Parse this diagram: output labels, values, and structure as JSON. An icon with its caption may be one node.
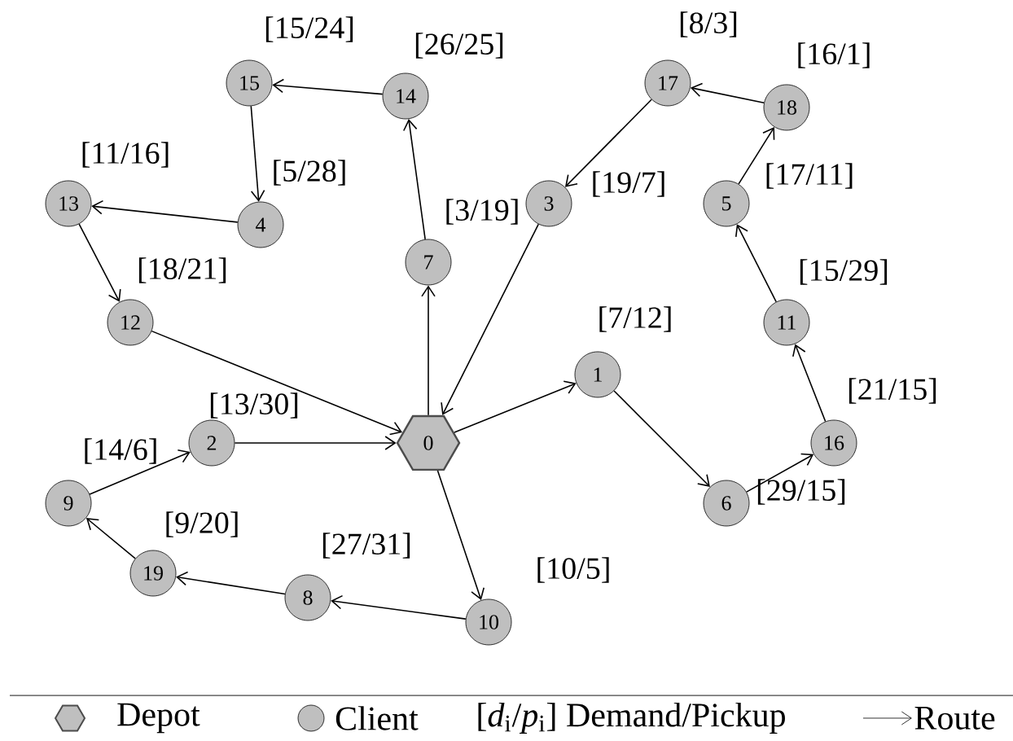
{
  "diagram": {
    "nodes": [
      {
        "text": [
          "0"
        ]
      },
      {
        "text": [
          "1"
        ],
        "beside": [
          "[7/12]"
        ]
      },
      {
        "text": [
          "2"
        ],
        "beside": [
          "[13/30]"
        ]
      },
      {
        "text": [
          "3"
        ],
        "beside": [
          "[19/7]"
        ]
      },
      {
        "text": [
          "4"
        ],
        "beside": [
          "[5/28]"
        ]
      },
      {
        "text": [
          "5"
        ],
        "beside": [
          "[17/11]"
        ]
      },
      {
        "text": [
          "6"
        ],
        "beside": [
          "[29/15]"
        ]
      },
      {
        "text": [
          "7"
        ],
        "beside": [
          "[3/19]"
        ]
      },
      {
        "text": [
          "8"
        ],
        "beside": [
          "[27/31]"
        ]
      },
      {
        "text": [
          "9"
        ],
        "beside": [
          "[14/6]"
        ]
      },
      {
        "text": [
          "10"
        ],
        "beside": [
          "[10/5]"
        ]
      },
      {
        "text": [
          "11"
        ],
        "beside": [
          "[15/29]"
        ]
      },
      {
        "text": [
          "12"
        ],
        "beside": [
          "[18/21]"
        ]
      },
      {
        "text": [
          "13"
        ],
        "beside": [
          "[11/16]"
        ]
      },
      {
        "text": [
          "14"
        ],
        "beside": [
          "[26/25]"
        ]
      },
      {
        "text": [
          "15"
        ],
        "beside": [
          "[15/24]"
        ]
      },
      {
        "text": [
          "16"
        ],
        "beside": [
          "[21/15]"
        ]
      },
      {
        "text": [
          "17"
        ],
        "beside": [
          "[8/3]"
        ]
      },
      {
        "text": [
          "18"
        ],
        "beside": [
          "[16/1]"
        ]
      },
      {
        "text": [
          "19"
        ],
        "beside": [
          "[9/20]"
        ]
      }
    ],
    "edges": [
      {
        "from": 0,
        "to": 7,
        "arrow": "to"
      },
      {
        "from": 7,
        "to": 14,
        "arrow": "to"
      },
      {
        "from": 14,
        "to": 15,
        "arrow": "to"
      },
      {
        "from": 15,
        "to": 4,
        "arrow": "to"
      },
      {
        "from": 4,
        "to": 13,
        "arrow": "to"
      },
      {
        "from": 13,
        "to": 12,
        "arrow": "to"
      },
      {
        "from": 12,
        "to": 0,
        "arrow": "to"
      },
      {
        "from": 0,
        "to": 1,
        "arrow": "to"
      },
      {
        "from": 1,
        "to": 6,
        "arrow": "to"
      },
      {
        "from": 6,
        "to": 16,
        "arrow": "to"
      },
      {
        "from": 16,
        "to": 11,
        "arrow": "to"
      },
      {
        "from": 11,
        "to": 5,
        "arrow": "to"
      },
      {
        "from": 5,
        "to": 18,
        "arrow": "to"
      },
      {
        "from": 18,
        "to": 17,
        "arrow": "to"
      },
      {
        "from": 17,
        "to": 3,
        "arrow": "to"
      },
      {
        "from": 3,
        "to": 0,
        "arrow": "to"
      },
      {
        "from": 0,
        "to": 10,
        "arrow": "to"
      },
      {
        "from": 10,
        "to": 8,
        "arrow": "to"
      },
      {
        "from": 8,
        "to": 19,
        "arrow": "to"
      },
      {
        "from": 19,
        "to": 9,
        "arrow": "to"
      },
      {
        "from": 9,
        "to": 2,
        "arrow": "to"
      },
      {
        "from": 2,
        "to": 0,
        "arrow": "to"
      }
    ],
    "legend": [
      {
        "text": "Depot"
      },
      {
        "text": "Client"
      },
      {
        "text": "[*d*$_{i}$/*p*$_{i}$] Demand/Pickup"
      },
      {
        "text": "Route"
      }
    ]
  }
}
